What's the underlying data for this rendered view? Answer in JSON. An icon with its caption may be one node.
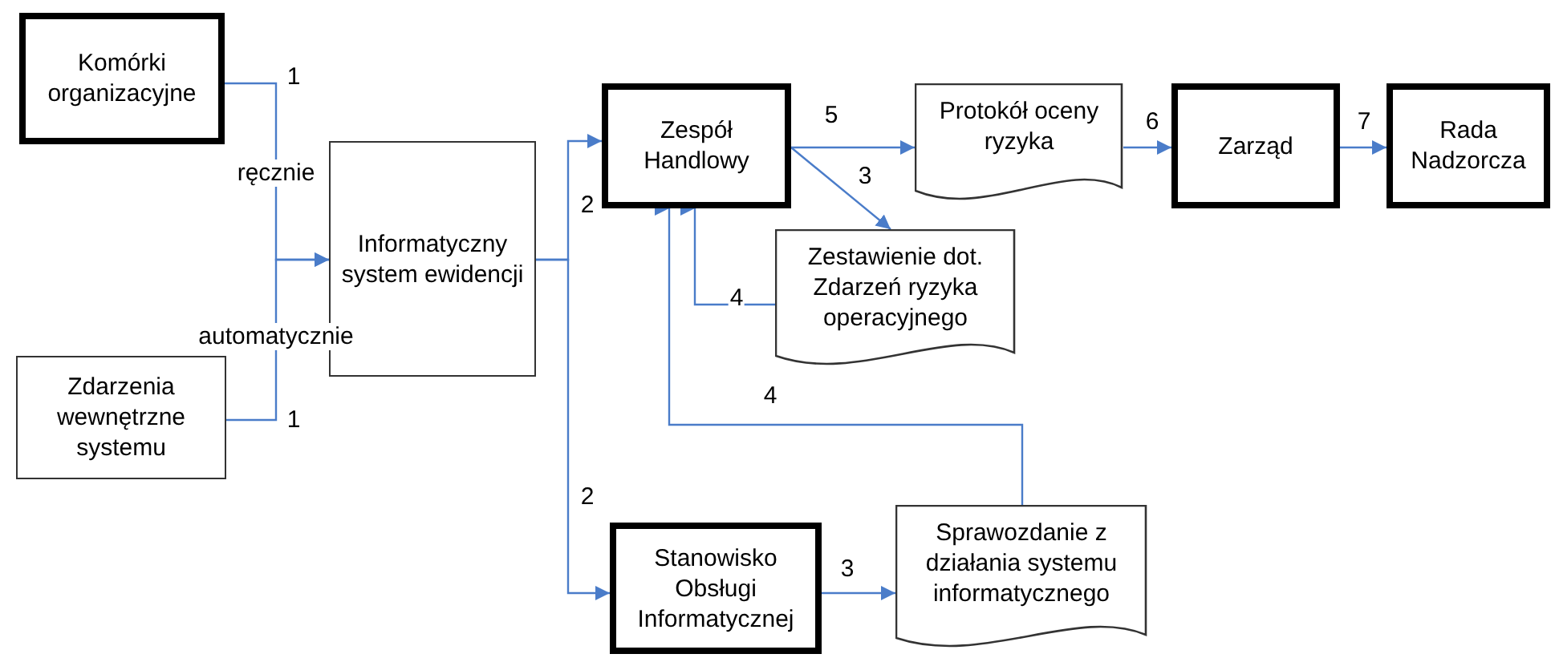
{
  "diagram": {
    "nodes": [
      {
        "text": [
          "Komórki organizacyjne"
        ]
      },
      {
        "text": [
          "Zdarzenia wewnętrzne systemu"
        ]
      },
      {
        "text": [
          "Informatyczny system ewidencji"
        ]
      },
      {
        "text": [
          "Zespół Handlowy"
        ]
      },
      {
        "text": [
          "Protokół oceny ryzyka"
        ]
      },
      {
        "text": [
          "Zestawienie dot. Zdarzeń ryzyka operacyjnego"
        ]
      },
      {
        "text": [
          "Zarząd"
        ]
      },
      {
        "text": [
          "Rada Nadzorcza"
        ]
      },
      {
        "text": [
          "Stanowisko Obsługi Informatycznej"
        ]
      },
      {
        "text": [
          "Sprawozdanie z działania systemu informatycznego"
        ]
      }
    ],
    "edges": [
      {
        "from": 0,
        "to": 2,
        "arrow": "to",
        "label": "1"
      },
      {
        "from": 1,
        "to": 2,
        "arrow": "to",
        "label": "1"
      },
      {
        "from": 2,
        "to": 3,
        "arrow": "to",
        "label": "2"
      },
      {
        "from": 2,
        "to": 8,
        "arrow": "to",
        "label": "2"
      },
      {
        "from": 3,
        "to": 4,
        "arrow": "to",
        "label": "5"
      },
      {
        "from": 3,
        "to": 5,
        "arrow": "to",
        "label": "3"
      },
      {
        "from": 5,
        "to": 3,
        "arrow": "to",
        "label": "4"
      },
      {
        "from": 9,
        "to": 3,
        "arrow": "to",
        "label": "4"
      },
      {
        "from": 4,
        "to": 6,
        "arrow": "to",
        "label": "6"
      },
      {
        "from": 6,
        "to": 7,
        "arrow": "to",
        "label": "7"
      },
      {
        "from": 8,
        "to": 9,
        "arrow": "to",
        "label": "3"
      }
    ],
    "labels": [
      "ręcznie",
      "automatycznie"
    ]
  }
}
